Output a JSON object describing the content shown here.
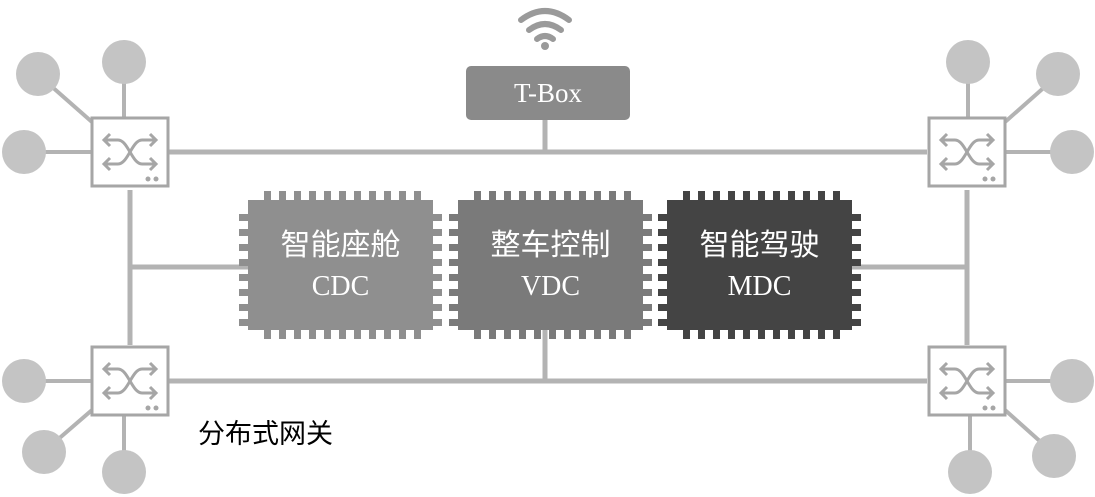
{
  "tbox": {
    "label": "T-Box"
  },
  "chips": [
    {
      "title": "智能座舱",
      "abbr": "CDC",
      "color": "#8f8f8f"
    },
    {
      "title": "整车控制",
      "abbr": "VDC",
      "color": "#7a7a7a"
    },
    {
      "title": "智能驾驶",
      "abbr": "MDC",
      "color": "#444444"
    }
  ],
  "caption": "分布式网关",
  "colors": {
    "line": "#b3b3b3",
    "node": "#c4c4c4",
    "switch_border": "#a6a6a6",
    "tbox": "#8a8a8a"
  },
  "icons": {
    "wifi": "wifi-icon",
    "switch": "network-switch-icon"
  }
}
